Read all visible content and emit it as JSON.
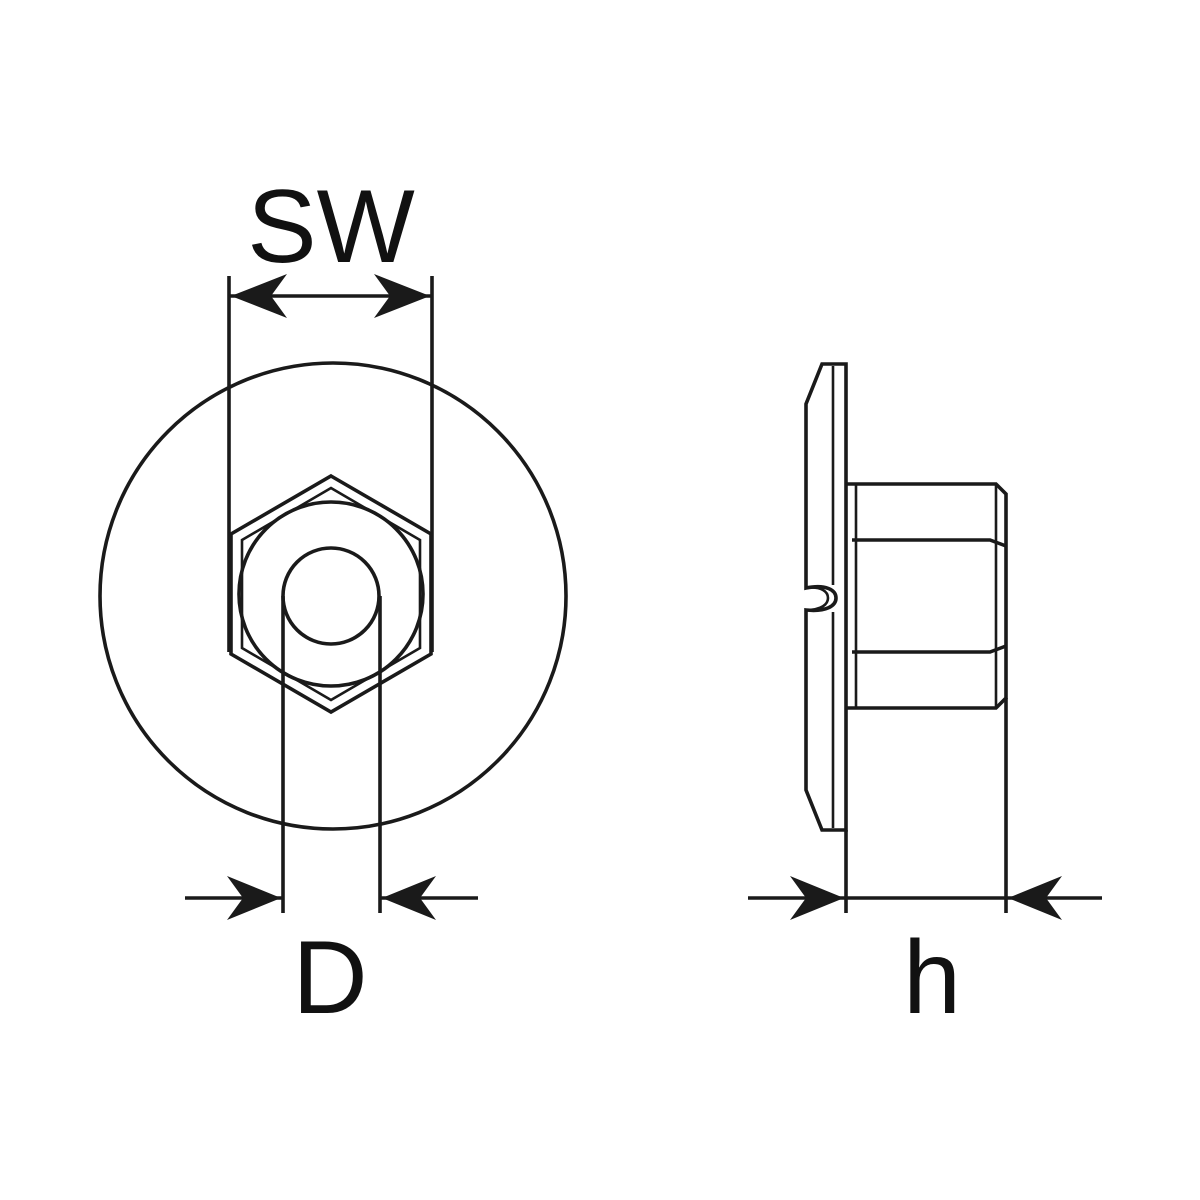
{
  "labels": {
    "sw": "SW",
    "d": "D",
    "h": "h"
  },
  "colors": {
    "line": "#1a1a1a",
    "background": "#ffffff"
  }
}
